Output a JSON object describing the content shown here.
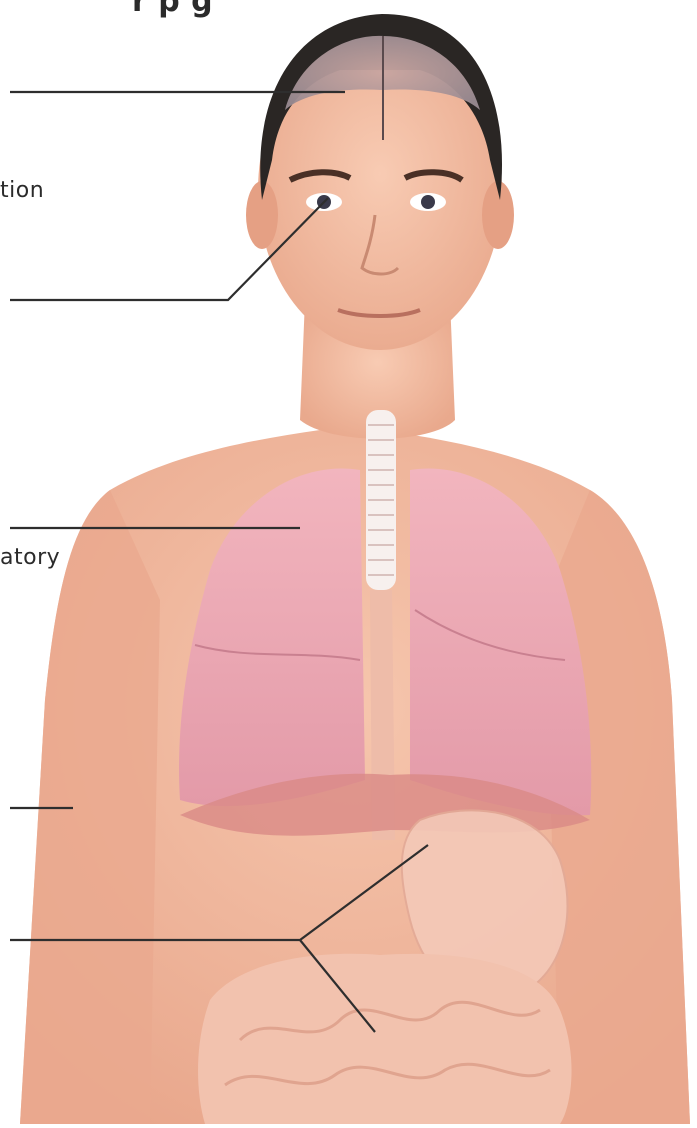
{
  "diagram": {
    "title_fragment": "r p      g",
    "labels": {
      "perception": "tion",
      "respiratory": "atory"
    }
  },
  "colors": {
    "skin": "#f1b49a",
    "lung": "#e9a3ae",
    "hair": "#2a2624",
    "leader_line": "#2e2e2e"
  }
}
